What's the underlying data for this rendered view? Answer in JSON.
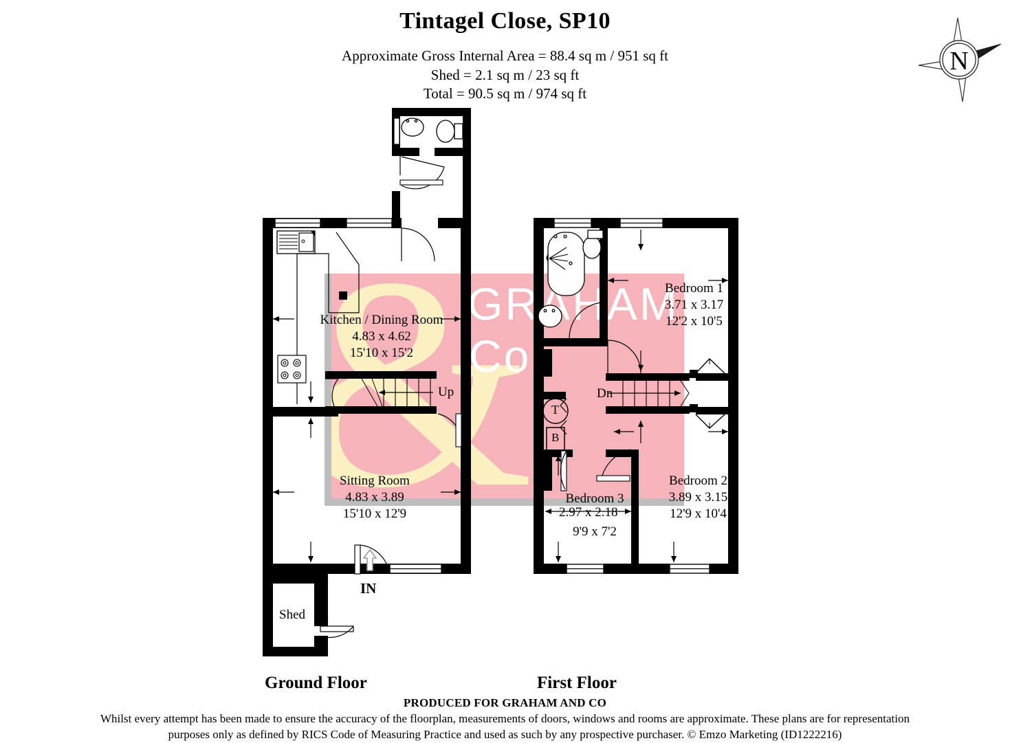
{
  "header": {
    "title": "Tintagel Close, SP10",
    "area_lines": [
      "Approximate Gross Internal Area = 88.4 sq m / 951 sq ft",
      "Shed = 2.1 sq m / 23 sq ft",
      "Total = 90.5 sq m / 974 sq ft"
    ]
  },
  "compass": {
    "label": "N"
  },
  "watermark": {
    "ampersand": "&",
    "line1": "GRAHAM",
    "line2": "Co",
    "pink": "#f6b4ba",
    "cream": "#fbf0c2",
    "gray": "#bdbdbd"
  },
  "floors": [
    {
      "name": "Ground Floor"
    },
    {
      "name": "First Floor"
    }
  ],
  "rooms": [
    {
      "name": "Kitchen / Dining Room",
      "metric": "4.83 x 4.62",
      "imperial": "15'10 x 15'2",
      "floor": "Ground Floor"
    },
    {
      "name": "Sitting Room",
      "metric": "4.83 x 3.89",
      "imperial": "15'10 x 12'9",
      "floor": "Ground Floor"
    },
    {
      "name": "Bedroom 1",
      "metric": "3.71 x 3.17",
      "imperial": "12'2 x 10'5",
      "floor": "First Floor"
    },
    {
      "name": "Bedroom 2",
      "metric": "3.89 x 3.15",
      "imperial": "12'9 x 10'4",
      "floor": "First Floor"
    },
    {
      "name": "Bedroom 3",
      "metric": "2.97 x 2.18",
      "imperial": "9'9 x 7'2",
      "floor": "First Floor"
    }
  ],
  "tags": {
    "shed": "Shed",
    "up": "Up",
    "dn": "Dn",
    "in": "IN",
    "tank": "T",
    "boiler": "B"
  },
  "footer": {
    "produced_for": "PRODUCED FOR GRAHAM AND CO",
    "disclaimer_line1": "Whilst every attempt has been made to ensure the accuracy of the floorplan, measurements of doors, windows and rooms are approximate. These plans are for representation",
    "disclaimer_line2": "purposes only as defined by RICS Code of Measuring Practice and used as such by any prospective purchaser. © Emzo Marketing (ID1222216)"
  }
}
